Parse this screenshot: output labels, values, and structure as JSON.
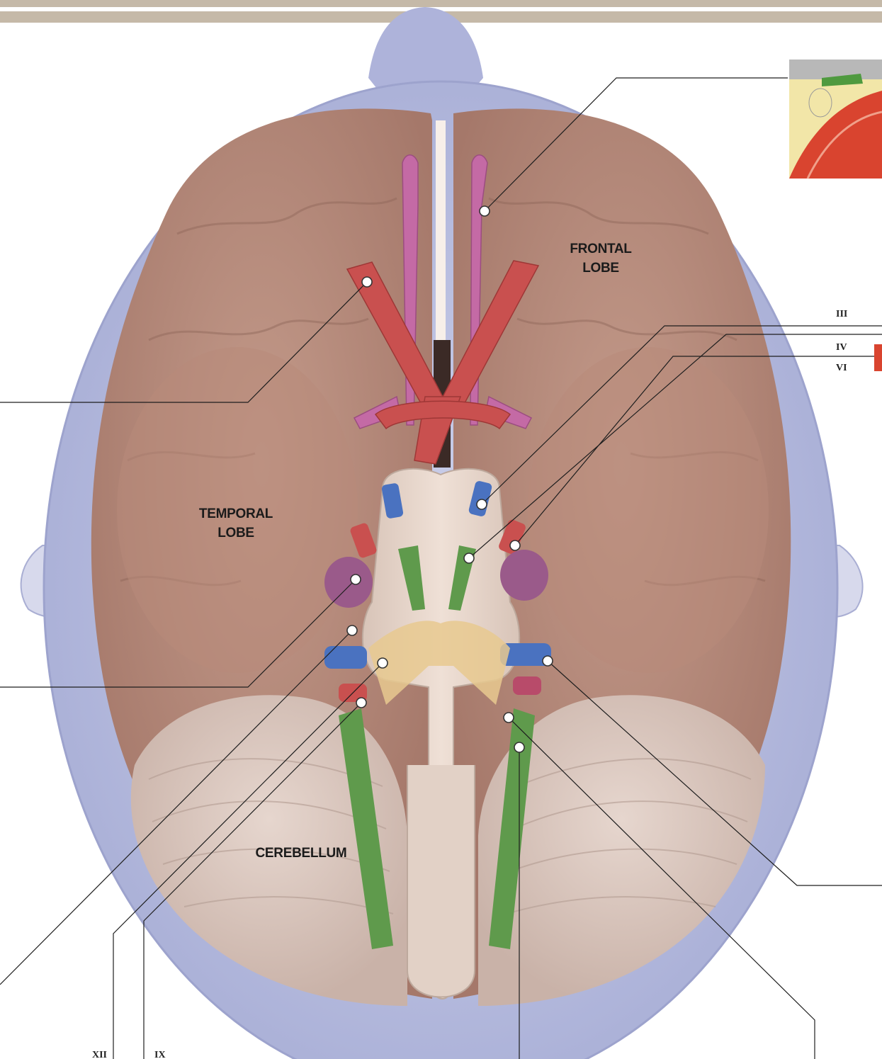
{
  "labels": {
    "frontal_line1": "FRONTAL",
    "frontal_line2": "LOBE",
    "temporal_line1": "TEMPORAL",
    "temporal_line2": "LOBE",
    "cerebellum": "CEREBELLUM"
  },
  "nerve_labels": {
    "iii": "III",
    "iv": "IV",
    "vi": "VI",
    "xii": "XII",
    "ix": "IX"
  },
  "colors": {
    "header_band": "#c5b9a8",
    "skull": "#b9bedf",
    "brain": "#b98b7c",
    "cerebellum": "#d9c5bd",
    "brainstem": "#e6d4c9",
    "artery": "#c9504f",
    "olfactory": "#c46aa5",
    "nerve_blue": "#4a72c0",
    "nerve_green": "#5f9a4c",
    "nerve_yellow": "#e7c98f",
    "vessel_purple": "#9a5a8a"
  }
}
